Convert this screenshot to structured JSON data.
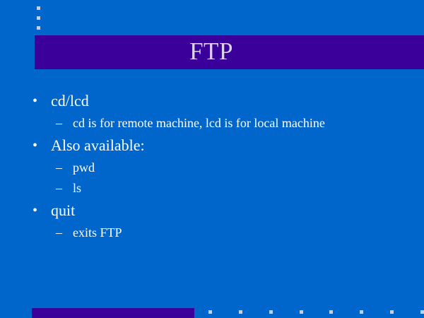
{
  "slide": {
    "title": "FTP",
    "background_color": "#0066CC",
    "accent_color": "#3A0099",
    "title_text_color": "#D9D4E8",
    "body_text_color": "#FFFFFF",
    "deco_dot_color": "#C8CEE0",
    "level1_marker": "•",
    "level2_marker": "–",
    "bullets": [
      {
        "text": "cd/lcd",
        "children": [
          {
            "text": "cd is for remote machine, lcd is for local machine"
          }
        ]
      },
      {
        "text": "Also available:",
        "children": [
          {
            "text": "pwd"
          },
          {
            "text": "ls"
          }
        ]
      },
      {
        "text": "quit",
        "children": [
          {
            "text": "exits FTP"
          }
        ]
      }
    ],
    "decorations": {
      "top_dots_count": 3,
      "bottom_dots_count": 8
    }
  }
}
